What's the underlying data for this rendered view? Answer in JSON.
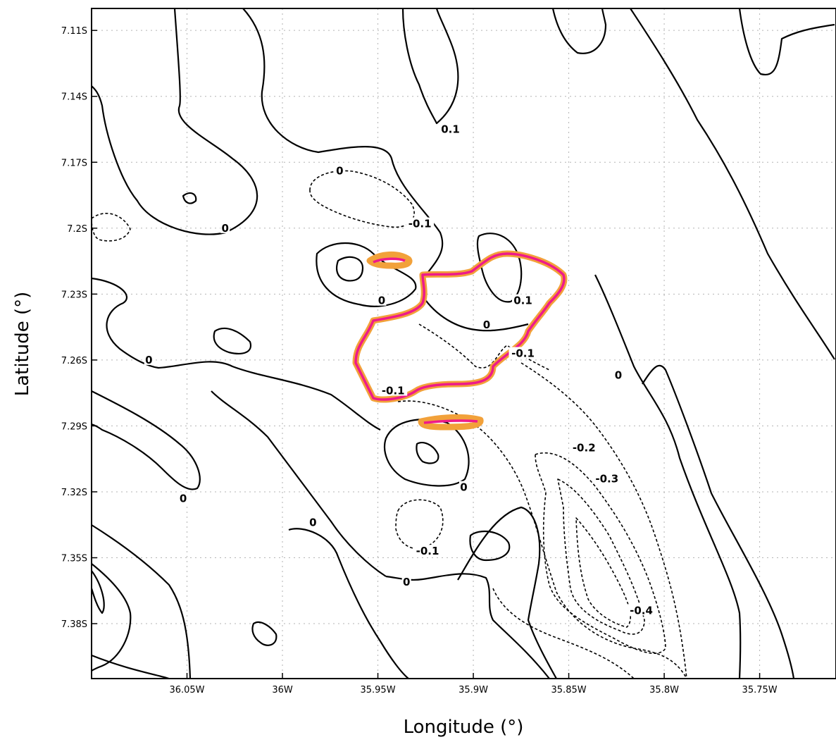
{
  "chart_data": {
    "type": "contour",
    "xlabel": "Longitude (°)",
    "ylabel": "Latitude (°)",
    "xlim": [
      -36.1,
      -35.71
    ],
    "ylim": [
      -7.405,
      -7.1
    ],
    "x_ticks": [
      {
        "value": -36.05,
        "label": "36.05W"
      },
      {
        "value": -36.0,
        "label": "36W"
      },
      {
        "value": -35.95,
        "label": "35.95W"
      },
      {
        "value": -35.9,
        "label": "35.9W"
      },
      {
        "value": -35.85,
        "label": "35.85W"
      },
      {
        "value": -35.8,
        "label": "35.8W"
      },
      {
        "value": -35.75,
        "label": "35.75W"
      }
    ],
    "y_ticks": [
      {
        "value": -7.11,
        "label": "7.11S"
      },
      {
        "value": -7.14,
        "label": "7.14S"
      },
      {
        "value": -7.17,
        "label": "7.17S"
      },
      {
        "value": -7.2,
        "label": "7.2S"
      },
      {
        "value": -7.23,
        "label": "7.23S"
      },
      {
        "value": -7.26,
        "label": "7.26S"
      },
      {
        "value": -7.29,
        "label": "7.29S"
      },
      {
        "value": -7.32,
        "label": "7.32S"
      },
      {
        "value": -7.35,
        "label": "7.35S"
      },
      {
        "value": -7.38,
        "label": "7.38S"
      }
    ],
    "grid": true,
    "contour_levels": [
      0.1,
      0,
      -0.1,
      -0.2,
      -0.3,
      -0.4
    ],
    "contour_labels": [
      {
        "text": "0.1",
        "lon": -35.912,
        "lat": -7.155
      },
      {
        "text": "0",
        "lon": -35.97,
        "lat": -7.174
      },
      {
        "text": "-0.1",
        "lon": -35.928,
        "lat": -7.198
      },
      {
        "text": "0",
        "lon": -36.03,
        "lat": -7.2
      },
      {
        "text": "0.1",
        "lon": -35.874,
        "lat": -7.233
      },
      {
        "text": "0",
        "lon": -35.948,
        "lat": -7.233
      },
      {
        "text": "0",
        "lon": -35.893,
        "lat": -7.244
      },
      {
        "text": "-0.1",
        "lon": -35.874,
        "lat": -7.257
      },
      {
        "text": "0",
        "lon": -36.07,
        "lat": -7.26
      },
      {
        "text": "0",
        "lon": -35.824,
        "lat": -7.267
      },
      {
        "text": "-0.1",
        "lon": -35.942,
        "lat": -7.274
      },
      {
        "text": "-0.2",
        "lon": -35.842,
        "lat": -7.3
      },
      {
        "text": "-0.3",
        "lon": -35.83,
        "lat": -7.314
      },
      {
        "text": "0",
        "lon": -35.905,
        "lat": -7.318
      },
      {
        "text": "0",
        "lon": -36.052,
        "lat": -7.323
      },
      {
        "text": "0",
        "lon": -35.984,
        "lat": -7.334
      },
      {
        "text": "-0.1",
        "lon": -35.924,
        "lat": -7.347
      },
      {
        "text": "0",
        "lon": -35.935,
        "lat": -7.361
      },
      {
        "text": "-0.4",
        "lon": -35.812,
        "lat": -7.374
      }
    ],
    "contour_colors": {
      "lines": "#000000",
      "highlight_outer": "#f2a13a",
      "highlight_inner": "#ee1a8a"
    }
  }
}
